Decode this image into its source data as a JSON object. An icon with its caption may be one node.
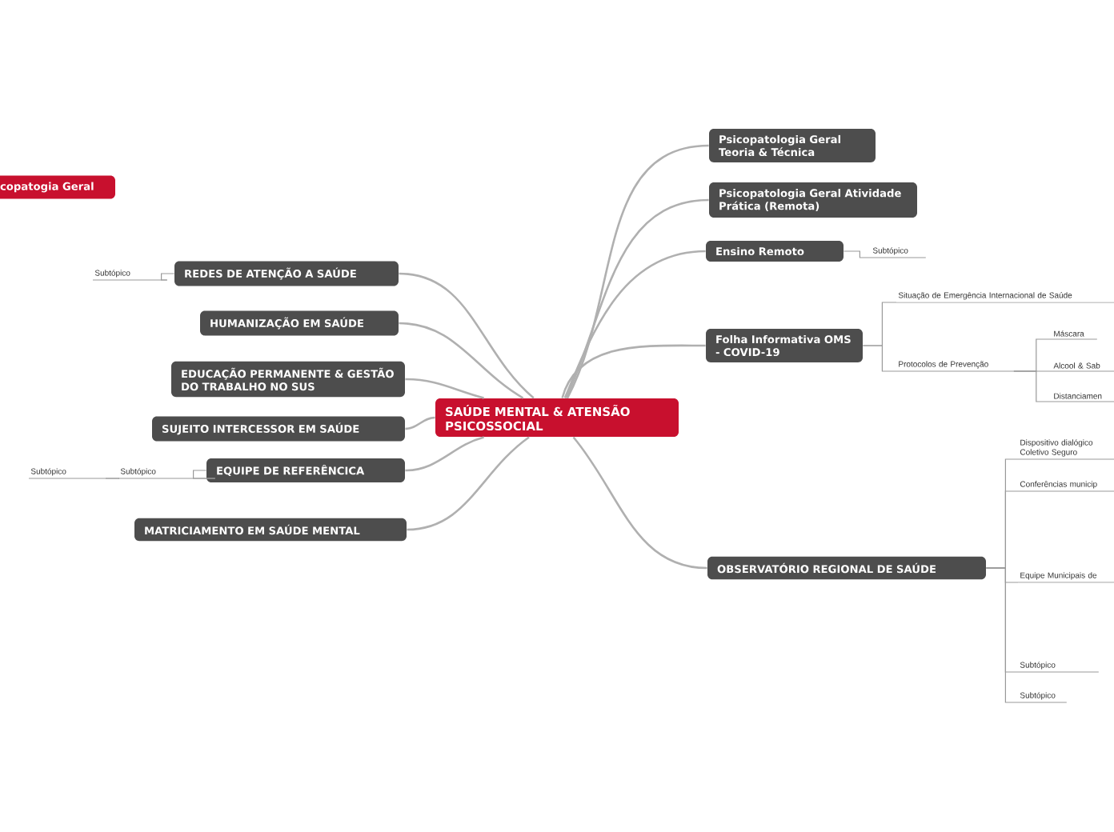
{
  "diagram": {
    "nodes": [
      {
        "text": [
          "SAÚDE MENTAL & ATENSÃO PSICOSSOCIAL"
        ]
      },
      {
        "text": [
          "copatogia Geral"
        ]
      },
      {
        "text": [
          "REDES DE ATENÇÃO A SAÚDE"
        ]
      },
      {
        "text": [
          "Subtópico"
        ]
      },
      {
        "text": [
          "HUMANIZAÇÃO EM SAÚDE"
        ]
      },
      {
        "text": [
          "EDUCAÇÃO PERMANENTE & GESTÃO DO TRABALHO NO SUS"
        ]
      },
      {
        "text": [
          "SUJEITO INTERCESSOR EM SAÚDE"
        ]
      },
      {
        "text": [
          "EQUIPE DE REFERÊNCICA"
        ]
      },
      {
        "text": [
          "Subtópico"
        ]
      },
      {
        "text": [
          "Subtópico"
        ]
      },
      {
        "text": [
          "MATRICIAMENTO EM SAÚDE MENTAL"
        ]
      },
      {
        "text": [
          "Psicopatologia Geral Teoria & Técnica"
        ]
      },
      {
        "text": [
          "Psicopatologia Geral Atividade Prática (Remota)"
        ]
      },
      {
        "text": [
          "Ensino Remoto"
        ]
      },
      {
        "text": [
          "Subtópico"
        ]
      },
      {
        "text": [
          "Folha Informativa OMS - COVID-19"
        ]
      },
      {
        "text": [
          "Situação de Emergência Internacional de Saúde"
        ]
      },
      {
        "text": [
          "Protocolos de Prevenção"
        ]
      },
      {
        "text": [
          "Máscara"
        ]
      },
      {
        "text": [
          "Alcool & Sab"
        ]
      },
      {
        "text": [
          "Distanciamen"
        ]
      },
      {
        "text": [
          "OBSERVATÓRIO REGIONAL DE SAÚDE"
        ]
      },
      {
        "text": [
          "Dispositivo dialógico Coletivo Seguro"
        ]
      },
      {
        "text": [
          "Conferências municip"
        ]
      },
      {
        "text": [
          "Equipe Municipais de"
        ]
      },
      {
        "text": [
          "Subtópico"
        ]
      },
      {
        "text": [
          "Subtópico"
        ]
      }
    ],
    "edges": [
      {
        "from": 0,
        "to": 2,
        "arrow": "none"
      },
      {
        "from": 0,
        "to": 4,
        "arrow": "none"
      },
      {
        "from": 0,
        "to": 5,
        "arrow": "none"
      },
      {
        "from": 0,
        "to": 6,
        "arrow": "none"
      },
      {
        "from": 0,
        "to": 7,
        "arrow": "none"
      },
      {
        "from": 0,
        "to": 10,
        "arrow": "none"
      },
      {
        "from": 0,
        "to": 11,
        "arrow": "none"
      },
      {
        "from": 0,
        "to": 12,
        "arrow": "none"
      },
      {
        "from": 0,
        "to": 13,
        "arrow": "none"
      },
      {
        "from": 0,
        "to": 15,
        "arrow": "none"
      },
      {
        "from": 0,
        "to": 21,
        "arrow": "none"
      },
      {
        "from": 2,
        "to": 3,
        "arrow": "none"
      },
      {
        "from": 7,
        "to": 8,
        "arrow": "none"
      },
      {
        "from": 8,
        "to": 9,
        "arrow": "none"
      },
      {
        "from": 13,
        "to": 14,
        "arrow": "none"
      },
      {
        "from": 15,
        "to": 16,
        "arrow": "none"
      },
      {
        "from": 15,
        "to": 17,
        "arrow": "none"
      },
      {
        "from": 17,
        "to": 18,
        "arrow": "none"
      },
      {
        "from": 17,
        "to": 19,
        "arrow": "none"
      },
      {
        "from": 17,
        "to": 20,
        "arrow": "none"
      },
      {
        "from": 21,
        "to": 22,
        "arrow": "none"
      },
      {
        "from": 21,
        "to": 23,
        "arrow": "none"
      },
      {
        "from": 21,
        "to": 24,
        "arrow": "none"
      },
      {
        "from": 21,
        "to": 25,
        "arrow": "none"
      },
      {
        "from": 21,
        "to": 26,
        "arrow": "none"
      }
    ]
  }
}
